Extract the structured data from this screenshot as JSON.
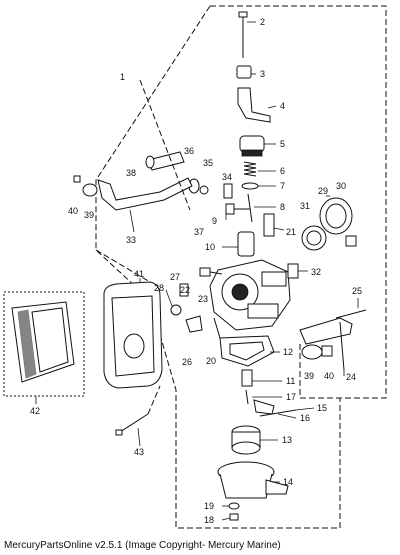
{
  "callouts": {
    "c1": "1",
    "c2": "2",
    "c3": "3",
    "c4": "4",
    "c5": "5",
    "c6": "6",
    "c7": "7",
    "c8": "8",
    "c9": "9",
    "c10": "10",
    "c11": "11",
    "c12": "12",
    "c13": "13",
    "c14": "14",
    "c15": "15",
    "c16": "16",
    "c17": "17",
    "c18": "18",
    "c19": "19",
    "c20": "20",
    "c21": "21",
    "c22": "22",
    "c23": "23",
    "c24": "24",
    "c25": "25",
    "c26": "26",
    "c27": "27",
    "c28": "28",
    "c29": "29",
    "c30": "30",
    "c31": "31",
    "c32": "32",
    "c33": "33",
    "c34": "34",
    "c35": "35",
    "c36": "36",
    "c37": "37",
    "c38": "38",
    "c39a": "39",
    "c40a": "40",
    "c39b": "39",
    "c40b": "40",
    "c41": "41",
    "c42": "42",
    "c43": "43"
  },
  "footer": "MercuryPartsOnline v2.5.1 (Image Copyright- Mercury Marine)"
}
